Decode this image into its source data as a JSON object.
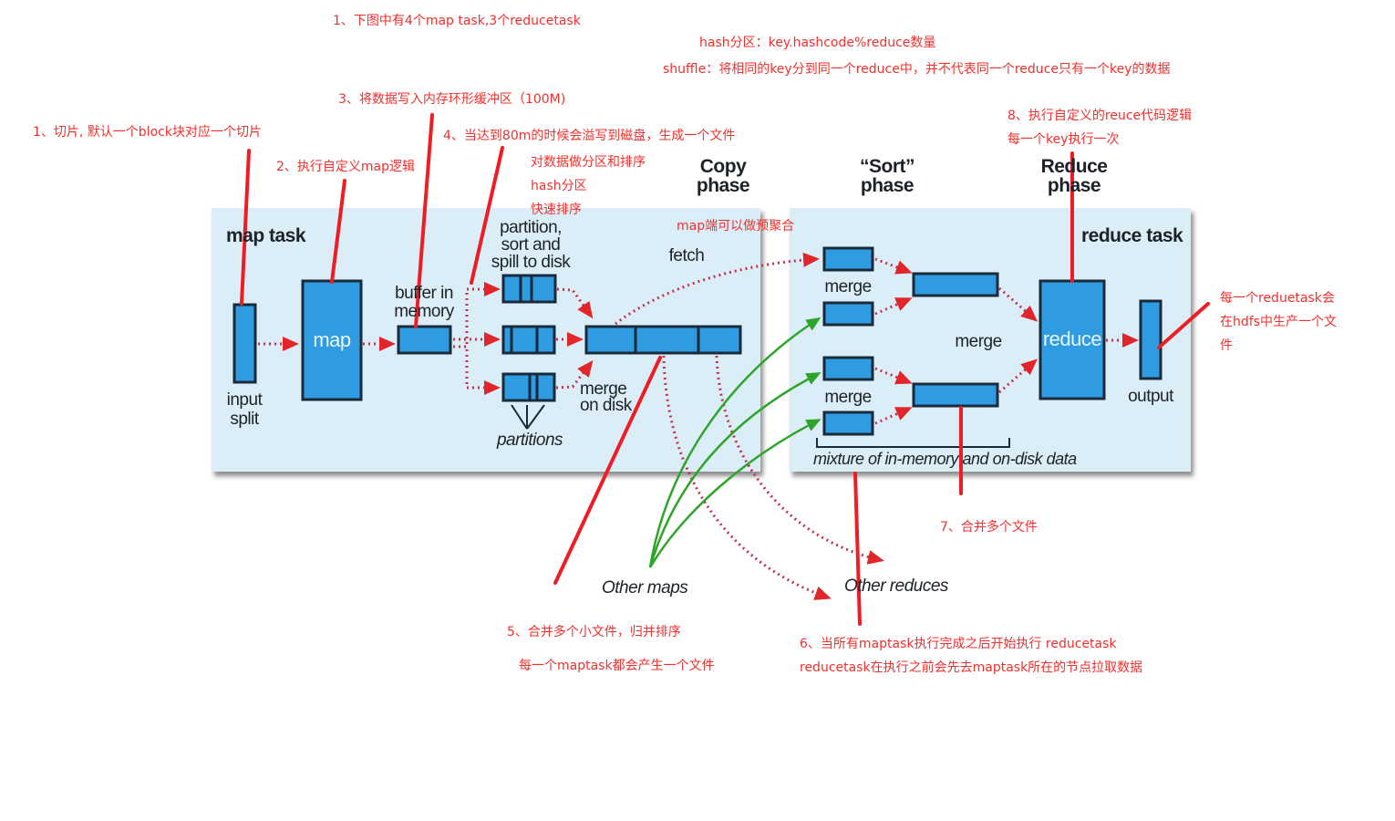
{
  "diagram": {
    "title_annotation": "1、下图中有4个map task,3个reducetask",
    "hash_note": "hash分区：key.hashcode%reduce数量",
    "shuffle_note": "shuffle：将相同的key分到同一个reduce中，并不代表同一个reduce只有一个key的数据",
    "phases": {
      "copy": [
        "Copy",
        "phase"
      ],
      "sort": [
        "“Sort”",
        "phase"
      ],
      "reduce": [
        "Reduce",
        "phase"
      ]
    },
    "map_panel": {
      "title": "map task",
      "input_split": [
        "input",
        "split"
      ],
      "map_label": "map",
      "buffer": [
        "buffer in",
        "memory"
      ],
      "spill": [
        "partition,",
        "sort and",
        "spill to disk"
      ],
      "partitions": "partitions",
      "merge_on_disk": [
        "merge",
        "on disk"
      ],
      "fetch": "fetch"
    },
    "reduce_panel": {
      "title": "reduce task",
      "merge_top": "merge",
      "merge_bottom": "merge",
      "merge_center": "merge",
      "reduce_label": "reduce",
      "output": "output",
      "mixture": "mixture of in-memory and on-disk data"
    },
    "outside": {
      "other_maps": "Other maps",
      "other_reduces": "Other reduces"
    },
    "annotations": {
      "a1": "1、切片, 默认一个block块对应一个切片",
      "a2": "2、执行自定义map逻辑",
      "a3": "3、将数据写入内存环形缓冲区（100M)",
      "a4": "4、当达到80m的时候会溢写到磁盘，生成一个文件",
      "a4_sub1": "对数据做分区和排序",
      "a4_sub2": "hash分区",
      "a4_sub3": "快速排序",
      "combine": "map端可以做预聚合",
      "a5": "5、合并多个小文件，归并排序",
      "a5_sub": "每一个maptask都会产生一个文件",
      "a6": "6、当所有maptask执行完成之后开始执行 reducetask",
      "a6_sub": "reducetask在执行之前会先去maptask所在的节点拉取数据",
      "a7": "7、合并多个文件",
      "a8": "8、执行自定义的reuce代码逻辑",
      "a8_sub": "每一个key执行一次",
      "output_note": [
        "每一个reduetask会",
        "在hdfs中生产一个文",
        "件"
      ]
    },
    "colors": {
      "annotation": "#f0302d",
      "panel_bg": "#dbeef8",
      "box_fill": "#2f9be0",
      "box_stroke": "#1b2a3a",
      "arrow_red": "#e0262a",
      "arrow_green": "#2ea52a",
      "pointer": "#ee1c25"
    }
  }
}
